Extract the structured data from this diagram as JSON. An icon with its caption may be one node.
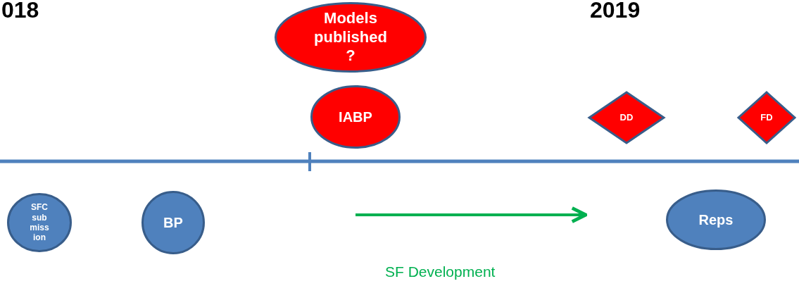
{
  "diagram": {
    "nodes": [
      {
        "text": [
          "Models published ?"
        ]
      },
      {
        "text": [
          "IABP"
        ]
      },
      {
        "text": [
          "DD"
        ]
      },
      {
        "text": [
          "FD"
        ]
      },
      {
        "text": [
          "SFC sub miss ion"
        ]
      },
      {
        "text": [
          "BP"
        ]
      },
      {
        "text": [
          "Reps"
        ]
      }
    ],
    "edges": [],
    "labels": [
      "018",
      "2019",
      "SF Development"
    ]
  }
}
